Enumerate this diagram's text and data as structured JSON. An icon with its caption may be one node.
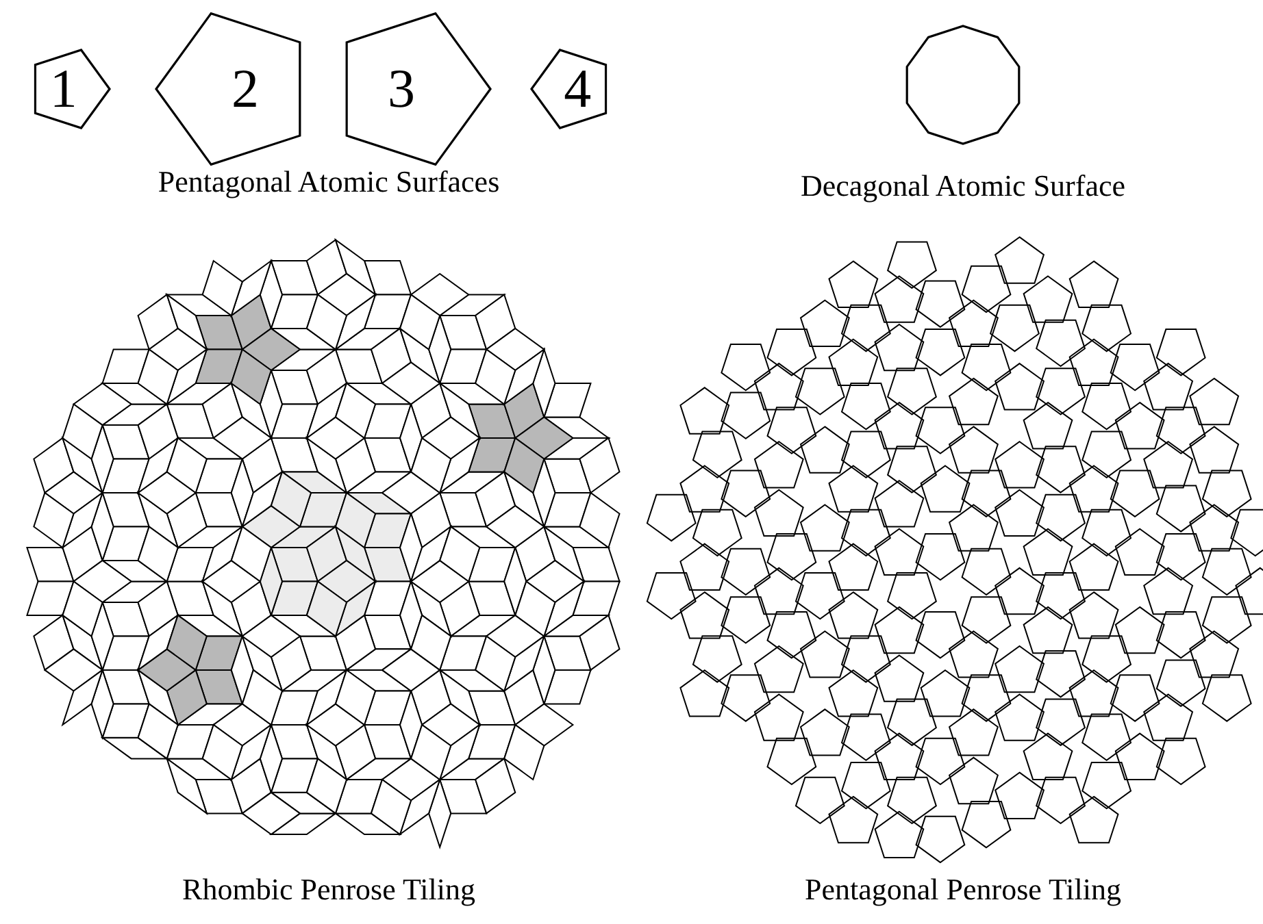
{
  "diagram": {
    "nodes": [
      {
        "text": [
          "1"
        ]
      },
      {
        "text": [
          "2"
        ]
      },
      {
        "text": [
          "3"
        ]
      },
      {
        "text": [
          "4"
        ]
      },
      {
        "text": [],
        "shape": "decagon"
      }
    ],
    "labels": [
      "Pentagonal Atomic Surfaces",
      "Decagonal Atomic Surface",
      "Rhombic Penrose Tiling",
      "Pentagonal Penrose Tiling"
    ]
  }
}
